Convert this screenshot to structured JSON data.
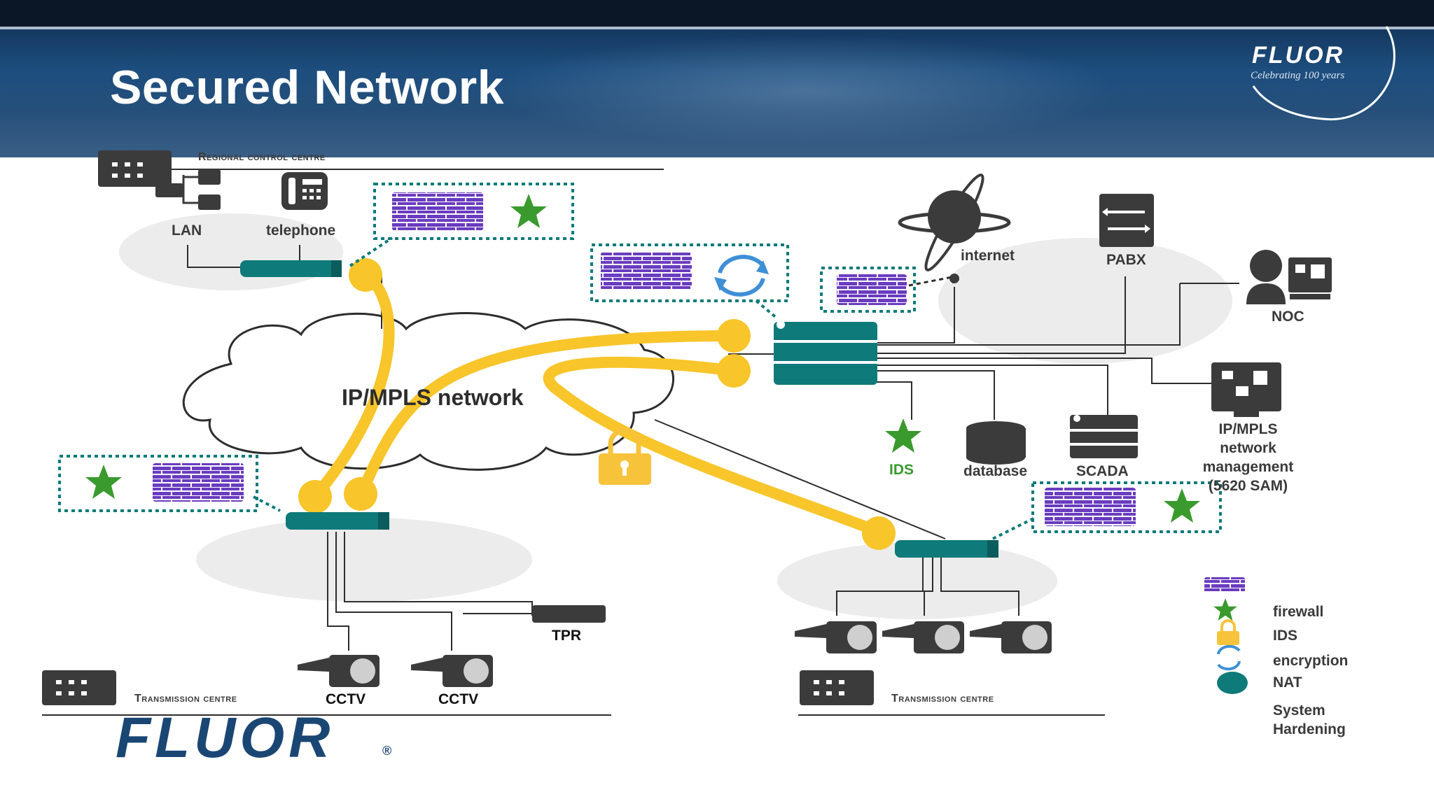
{
  "slide": {
    "title": "Secured Network",
    "brand": {
      "name": "FLUOR",
      "tagline": "Celebrating 100 years",
      "registered": "®"
    }
  },
  "diagram": {
    "cloud_label": "IP/MPLS network",
    "regional": {
      "heading": "Regional control centre",
      "lan": "LAN",
      "telephone": "telephone"
    },
    "right_site": {
      "internet": "internet",
      "pabx": "PABX",
      "noc": "NOC",
      "ids": "IDS",
      "database": "database",
      "scada": "SCADA",
      "nms_lines": [
        "IP/MPLS",
        "network",
        "management",
        "(5620 SAM)"
      ]
    },
    "left_site": {
      "heading": "Transmission centre",
      "tpr": "TPR",
      "cctv_1": "CCTV",
      "cctv_2": "CCTV"
    },
    "right_transmission": {
      "heading": "Transmission centre"
    },
    "legend": [
      "firewall",
      "IDS",
      "encryption",
      "NAT",
      "System Hardening"
    ]
  },
  "colors": {
    "teal": "#0f7a7a",
    "purple": "#6a3cc0",
    "green_star": "#3a9a2e",
    "tunnel_yellow": "#f8c52a",
    "lock_yellow": "#f7c33a",
    "encryption_blue": "#3f8fd6",
    "device_gray": "#3b3b3b",
    "header_navy": "#1d4e7f"
  }
}
